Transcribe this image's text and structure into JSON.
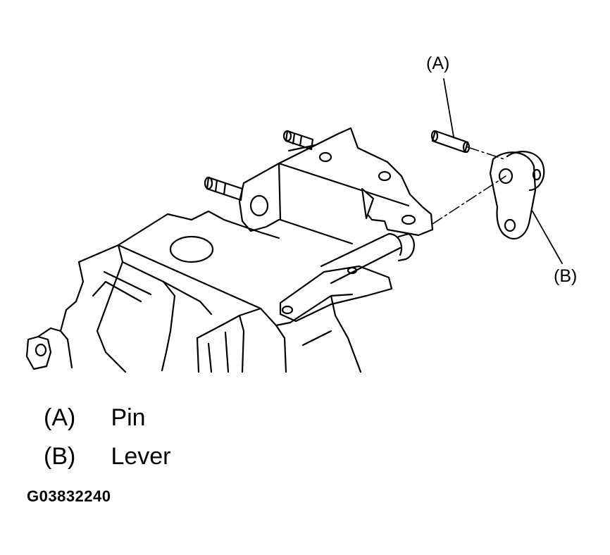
{
  "callouts": {
    "a": "(A)",
    "b": "(B)"
  },
  "legend": [
    {
      "key": "(A)",
      "label": "Pin"
    },
    {
      "key": "(B)",
      "label": "Lever"
    }
  ],
  "figure_code": "G03832240",
  "colors": {
    "line": "#000000",
    "background": "#ffffff"
  }
}
